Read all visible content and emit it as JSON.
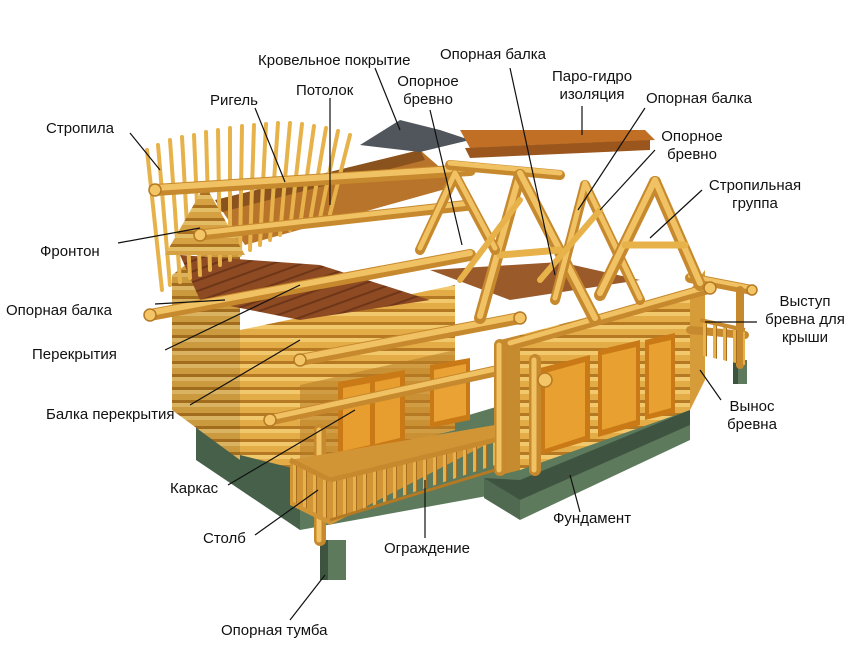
{
  "figure": {
    "top_caption": "",
    "colors": {
      "log": "#E7B24A",
      "log_shadow": "#C08425",
      "log_end": "#F3C567",
      "roof_board": "#C6822A",
      "roof_dark": "#5A5F64",
      "floor_wood": "#8C4A22",
      "foundation": "#5E7A5C",
      "foundation_dark": "#3E5440",
      "window": "#D98A1E",
      "leader": "#111111"
    }
  },
  "labels": {
    "stropila": "Стропила",
    "rigel": "Ригель",
    "potolok": "Потолок",
    "krovelnoe": "Кровельное покрытие",
    "opornoe_brevno_1": [
      "Опорное",
      "бревно"
    ],
    "opornaya_balka_top": "Опорная балка",
    "paro_gidro": [
      "Паро-гидро",
      "изоляция"
    ],
    "opornaya_balka_right": "Опорная балка",
    "opornoe_brevno_2": [
      "Опорное",
      "бревно"
    ],
    "stropilnaya_gruppa": [
      "Стропильная",
      "группа"
    ],
    "fronton": "Фронтон",
    "opornaya_balka_left": "Опорная балка",
    "perekrytiya": "Перекрытия",
    "balka_perekrytiya": "Балка перекрытия",
    "vystup_brevna": [
      "Выступ",
      "бревна для",
      "крыши"
    ],
    "vynos_brevna": [
      "Вынос",
      "бревна"
    ],
    "karkas": "Каркас",
    "stolb": "Столб",
    "ograzhdenie": "Ограждение",
    "fundament": "Фундамент",
    "opornaya_tumba": "Опорная тумба"
  }
}
